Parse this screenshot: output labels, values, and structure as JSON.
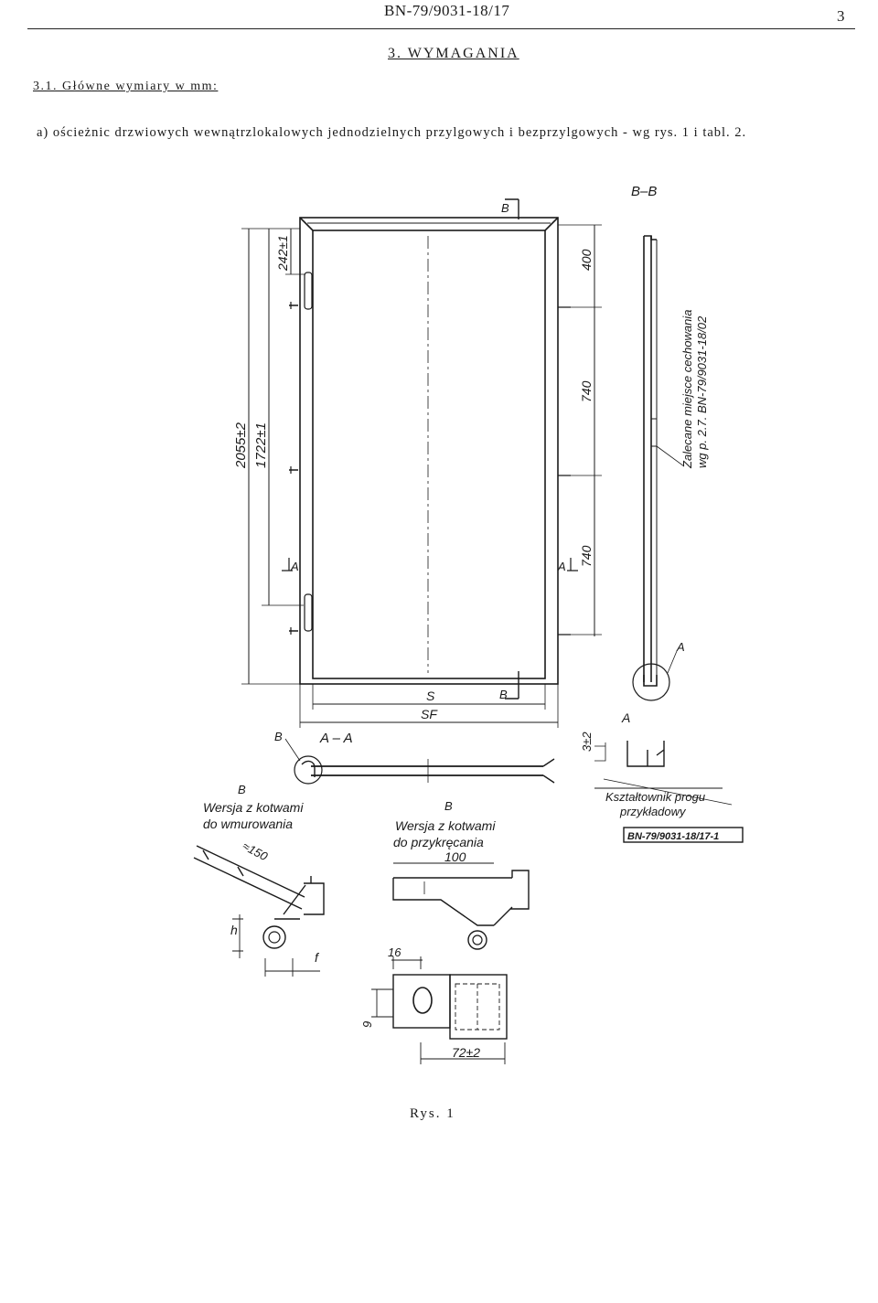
{
  "header": {
    "standard_code": "BN-79/9031-18/17",
    "page_number": "3"
  },
  "section": {
    "title": "3. WYMAGANIA",
    "subsection": "3.1. Główne wymiary w mm:",
    "item_a": "a) ościeżnic drzwiowych wewnątrzlokalowych jednodzielnych przylgowych i bezprzylgowych - wg rys. 1 i tabl. 2."
  },
  "drawing": {
    "dims": {
      "overall_height": "2055±2",
      "inner_height": "1722±1",
      "top_offset": "242±1",
      "top_spacing": "400",
      "mid_spacing_1": "740",
      "mid_spacing_2": "740",
      "width_s": "S",
      "width_sf": "SF",
      "approx_150": "≈150",
      "dim_100": "100",
      "dim_16": "16",
      "dim_9": "9",
      "dim_72": "72±2",
      "dim_3": "3±2",
      "h": "h",
      "f": "f"
    },
    "labels": {
      "section_bb": "B–B",
      "section_aa": "A – A",
      "mark_b": "B",
      "mark_a": "A",
      "version_masonry_1": "Wersja z kotwami",
      "version_masonry_2": "do wmurowania",
      "version_screw_1": "Wersja z kotwami",
      "version_screw_2": "do przykręcania",
      "calibration_1": "Zalecane miejsce cechowania",
      "calibration_2": "wg p. 2.7. BN-79/9031-18/02",
      "threshold_1": "Kształtownik progu",
      "threshold_2": "przykładowy",
      "threshold_ref": "BN-79/9031-18/17-1"
    }
  },
  "caption": "Rys. 1"
}
